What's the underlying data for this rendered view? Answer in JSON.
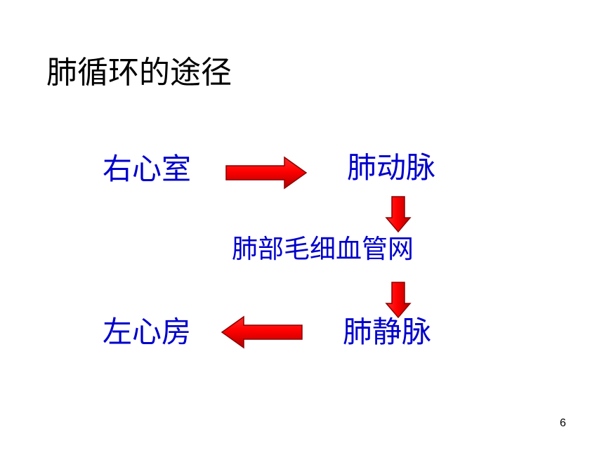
{
  "slide": {
    "title": "肺循环的途径",
    "page_number": "6"
  },
  "diagram": {
    "nodes": {
      "right_ventricle": "右心室",
      "pulmonary_artery": "肺动脉",
      "pulmonary_capillaries": "肺部毛细血管网",
      "left_atrium": "左心房",
      "pulmonary_vein": "肺静脉"
    },
    "edges": [
      {
        "from": "right_ventricle",
        "to": "pulmonary_artery"
      },
      {
        "from": "pulmonary_artery",
        "to": "pulmonary_capillaries"
      },
      {
        "from": "pulmonary_capillaries",
        "to": "pulmonary_vein"
      },
      {
        "from": "pulmonary_vein",
        "to": "left_atrium"
      }
    ],
    "colors": {
      "node_text": "#0000cc",
      "arrow_fill": "#ff0000",
      "arrow_stroke": "#8b0000",
      "title_text": "#000000"
    }
  }
}
